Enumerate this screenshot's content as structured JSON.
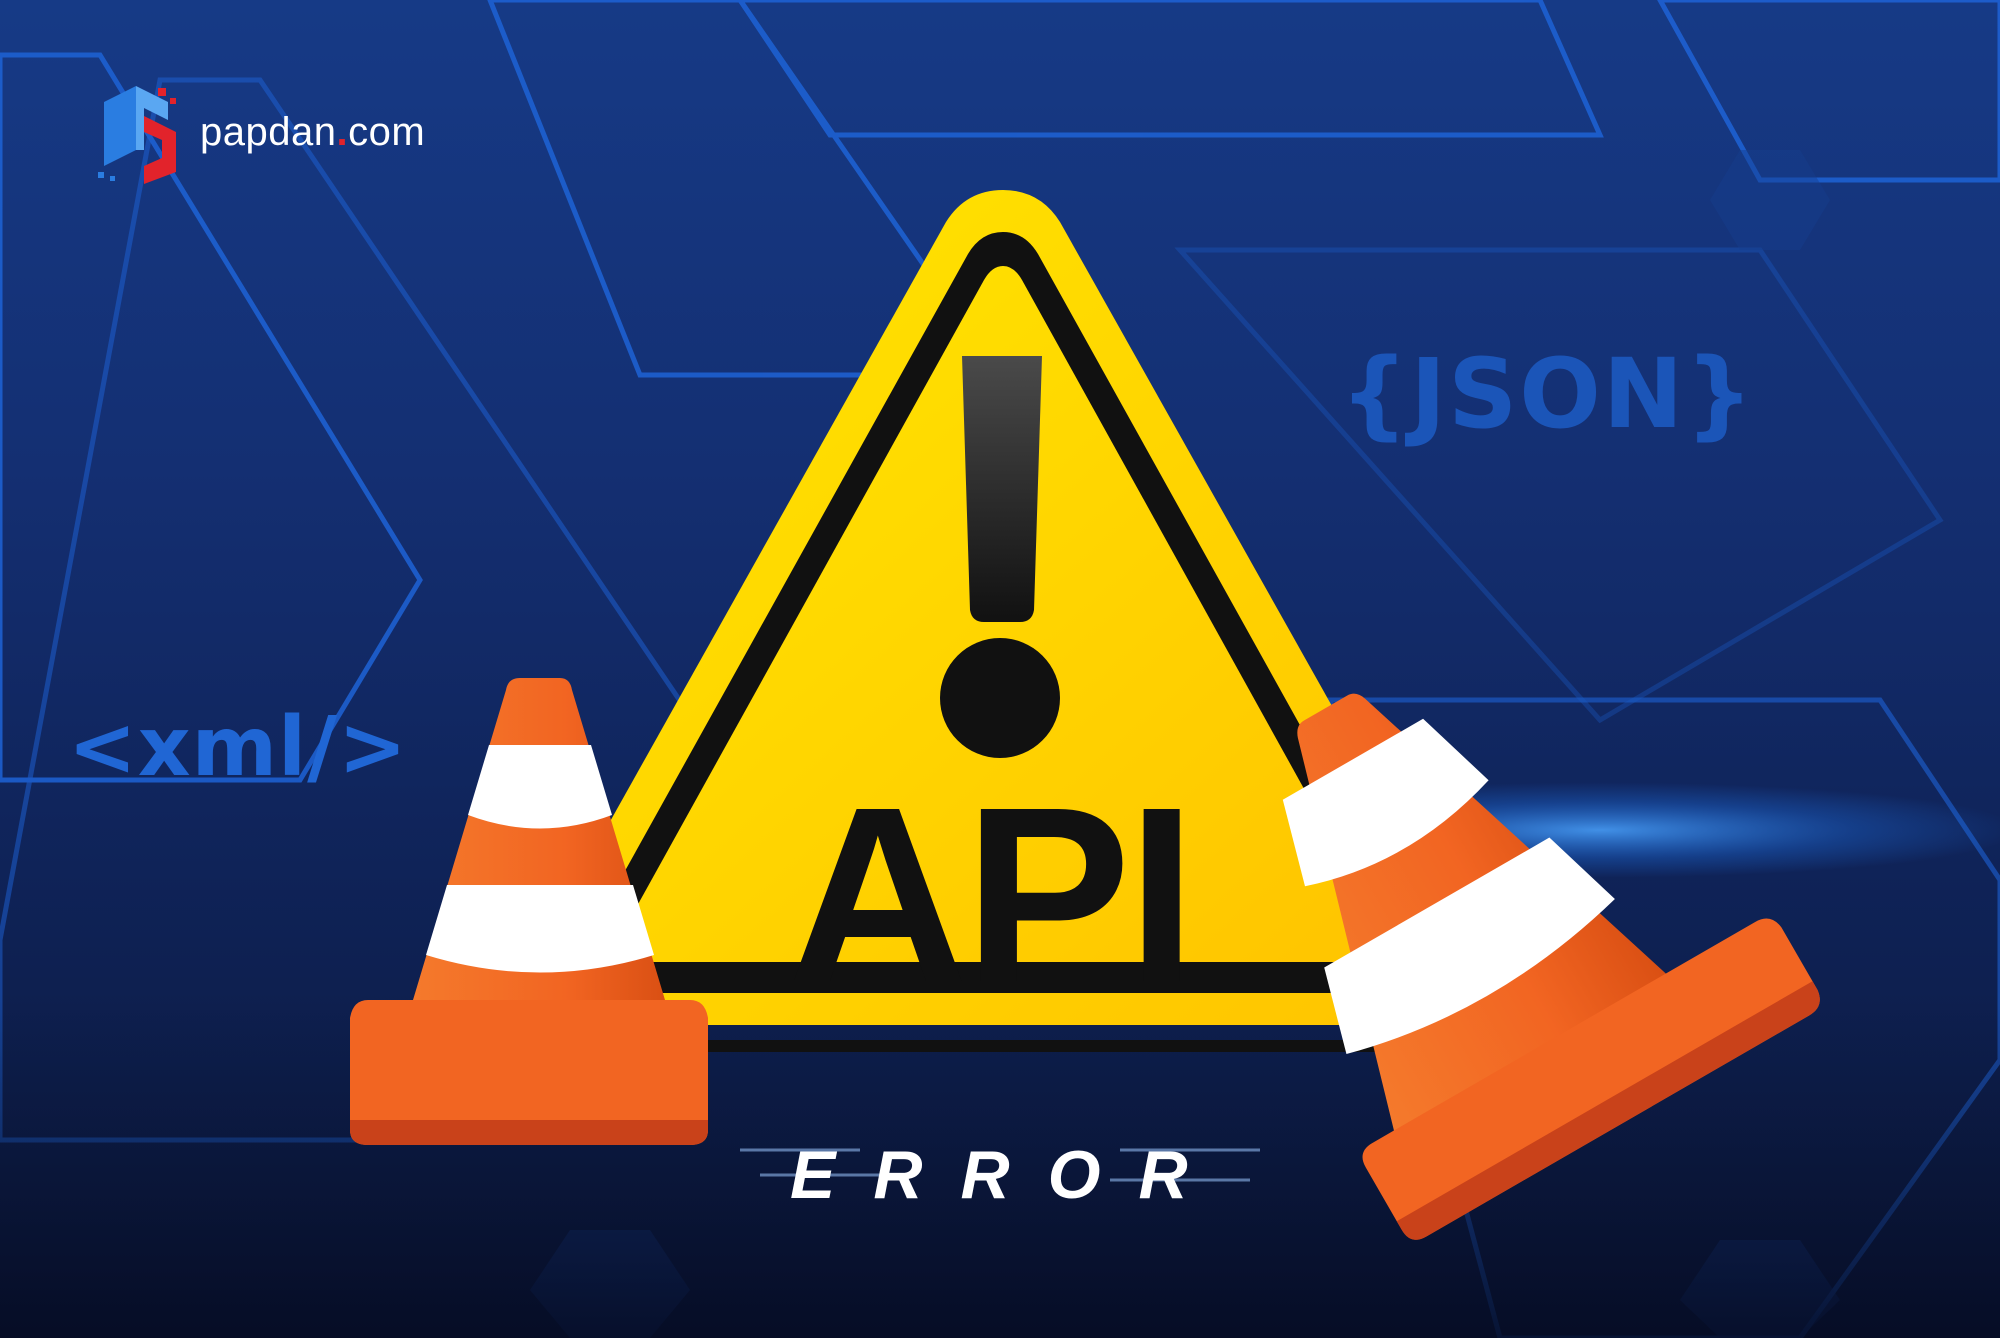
{
  "brand": {
    "name": "papdan",
    "dot": ".",
    "tld": "com",
    "logo_icon": "papdan-logo-icon",
    "colors": {
      "blue": "#2a7de1",
      "red": "#e2232b"
    }
  },
  "labels": {
    "json": "{JSON}",
    "xml": "<xml/>",
    "api": "API",
    "error": "ERROR"
  },
  "sign": {
    "icon": "exclamation-icon",
    "color": "#ffd200",
    "border_color": "#111111"
  },
  "cones": {
    "icon": "traffic-cone-icon",
    "color": "#f26522",
    "stripe_color": "#ffffff"
  },
  "background": {
    "colors": [
      "#163a86",
      "#0f2358",
      "#0a1638"
    ],
    "line_color": "#1e63d6"
  }
}
